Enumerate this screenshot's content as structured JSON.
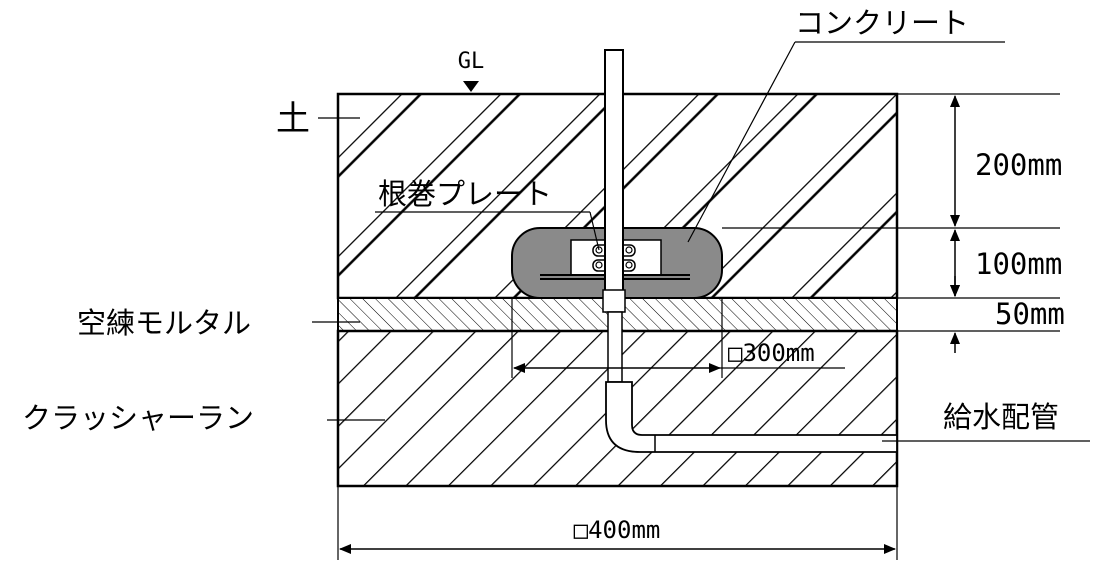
{
  "labels": {
    "gl": "GL",
    "soil": "土",
    "concrete": "コンクリート",
    "root_plate": "根巻プレート",
    "dry_mortar": "空練モルタル",
    "crusher_run": "クラッシャーラン",
    "water_pipe": "給水配管"
  },
  "dimensions": {
    "soil_depth": "200mm",
    "concrete_depth": "100mm",
    "mortar_depth": "50mm",
    "concrete_width": "□300mm",
    "overall_width": "□400mm"
  },
  "colors": {
    "line": "#000000",
    "concrete_fill": "#8a8a8a",
    "background": "#ffffff"
  }
}
